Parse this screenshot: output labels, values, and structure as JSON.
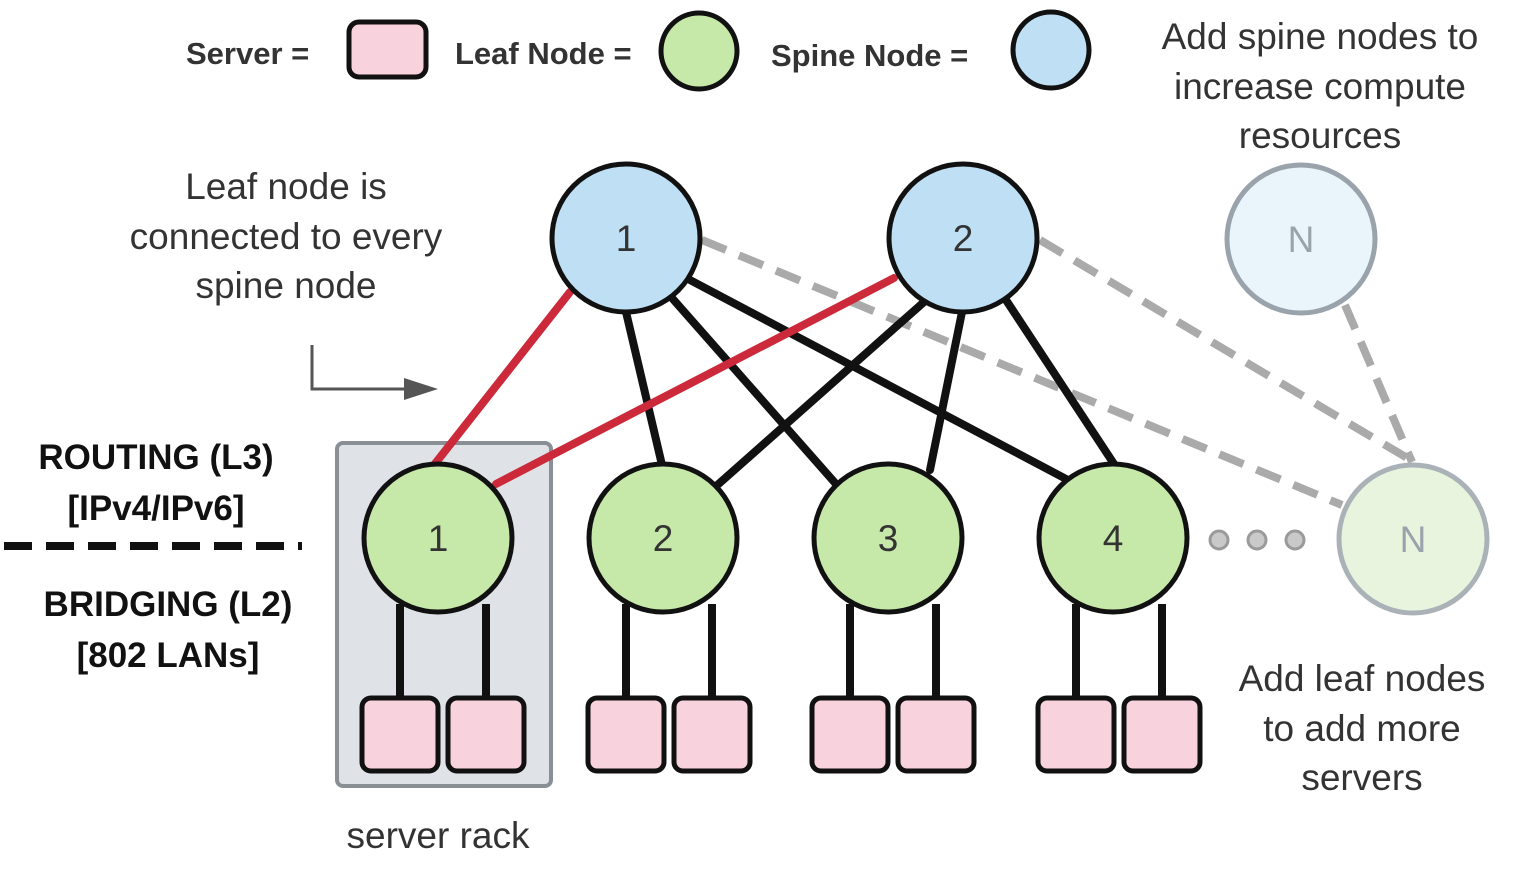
{
  "legend": {
    "server_label": "Server =",
    "leaf_label": "Leaf Node =",
    "spine_label": "Spine Node ="
  },
  "notes": {
    "spine_add": [
      "Add spine nodes to",
      "increase compute",
      "resources"
    ],
    "leaf_connected": [
      "Leaf node is",
      "connected to every",
      "spine node"
    ],
    "leaf_add": [
      "Add leaf nodes",
      "to add more",
      "servers"
    ],
    "server_rack": "server rack"
  },
  "layers": {
    "routing": [
      "ROUTING (L3)",
      "[IPv4/IPv6]"
    ],
    "bridging": [
      "BRIDGING (L2)",
      "[802 LANs]"
    ]
  },
  "spine_nodes": [
    "1",
    "2",
    "N"
  ],
  "leaf_nodes": [
    "1",
    "2",
    "3",
    "4",
    "N"
  ],
  "colors": {
    "server": "#f8d3dd",
    "leaf": "#c6e8a8",
    "spine": "#bfe0f4",
    "highlight_link": "#cc2a3a",
    "link": "#111111",
    "future_link": "#aaaaaa",
    "rack": "#dfe2e7"
  }
}
